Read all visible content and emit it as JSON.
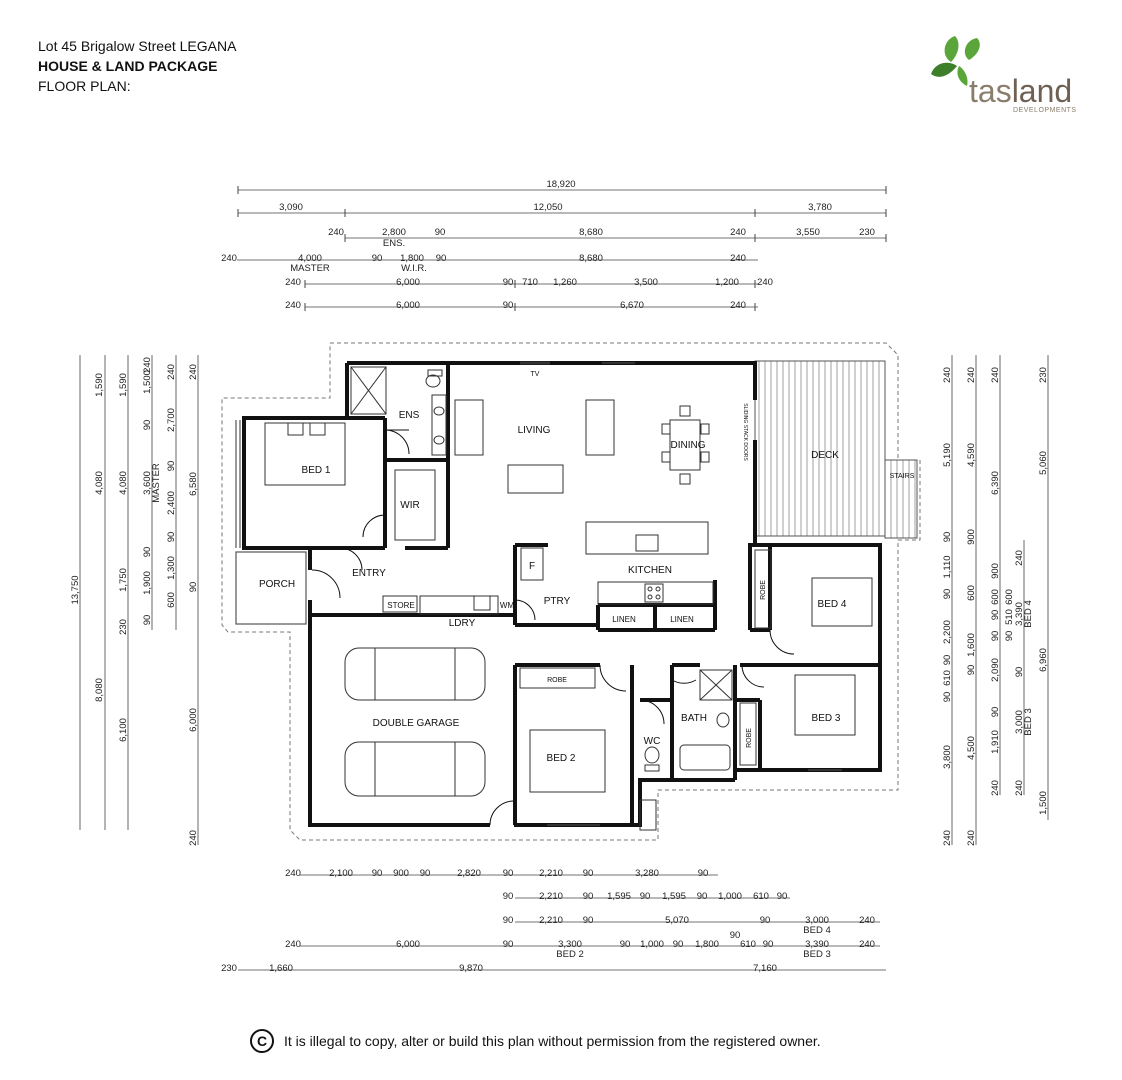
{
  "header": {
    "address": "Lot 45 Brigalow Street LEGANA",
    "package": "HOUSE & LAND PACKAGE",
    "plan_label": "FLOOR PLAN:"
  },
  "logo": {
    "brand": "tasland",
    "brand_part1": "tas",
    "brand_part2": "land",
    "sub": "DEVELOPMENTS",
    "icon": "leaf-logo",
    "colors": {
      "leaf": "#5aa63a",
      "dark_leaf": "#3e7f2a",
      "text_tas": "#8a7d6b",
      "text_land": "#6e6154"
    }
  },
  "rooms": {
    "ens": "ENS",
    "living": "LIVING",
    "dining": "DINING",
    "deck": "DECK",
    "stairs": "STAIRS",
    "bed1": "BED 1",
    "wir": "WIR",
    "porch": "PORCH",
    "entry": "ENTRY",
    "kitchen": "KITCHEN",
    "f": "F",
    "store": "STORE",
    "ldry": "LDRY",
    "wm": "WM",
    "ptry": "PTRY",
    "linen1": "LINEN",
    "linen2": "LINEN",
    "bed4": "BED 4",
    "robe4": "ROBE",
    "double_garage": "DOUBLE GARAGE",
    "robe2": "ROBE",
    "bed2": "BED 2",
    "wc": "WC",
    "bath": "BATH",
    "bed3": "BED 3",
    "robe3": "ROBE",
    "tv": "TV",
    "sliding_doors": "SLIDING STACK DOORS"
  },
  "dims_top": {
    "overall": "18,920",
    "r2": [
      "3,090",
      "12,050",
      "3,780"
    ],
    "r3": [
      "240",
      "2,800",
      "ENS.",
      "90",
      "8,680",
      "240",
      "3,550",
      "230"
    ],
    "r4": [
      "240",
      "4,000",
      "MASTER",
      "90",
      "1,800",
      "W.I.R.",
      "90",
      "8,680",
      "240"
    ],
    "r5": [
      "240",
      "6,000",
      "90",
      "710",
      "1,260",
      "3,500",
      "1,200",
      "240"
    ],
    "r6": [
      "240",
      "6,000",
      "90",
      "6,670",
      "240"
    ]
  },
  "dims_left": {
    "c1": [
      "13,750"
    ],
    "c2": [
      "1,590",
      "4,080",
      "8,080"
    ],
    "c3": [
      "1,590",
      "4,080",
      "1,750",
      "230",
      "6,100"
    ],
    "c4": [
      "1,500",
      "240",
      "90",
      "3,600",
      "MASTER",
      "90",
      "1,900",
      "90"
    ],
    "c5": [
      "240",
      "2,700",
      "90",
      "2,400",
      "90",
      "1,300",
      "600"
    ],
    "c6": [
      "240",
      "6,580",
      "90",
      "6,000",
      "240"
    ]
  },
  "dims_right": {
    "c1": [
      "240",
      "5,190",
      "90",
      "1,110",
      "90",
      "2,200",
      "90",
      "610",
      "90",
      "3,800",
      "240"
    ],
    "c2": [
      "240",
      "4,590",
      "900",
      "600",
      "1,600",
      "90",
      "4,500",
      "240"
    ],
    "c3": [
      "240",
      "6,390",
      "900",
      "90",
      "600",
      "90",
      "2,090",
      "90",
      "1,910",
      "240"
    ],
    "c4": [
      "510",
      "90",
      "600"
    ],
    "c5": [
      "240",
      "3,390",
      "BED 4",
      "90",
      "3,000",
      "BED 3",
      "240"
    ],
    "c6": [
      "230",
      "5,060",
      "6,960",
      "1,500"
    ]
  },
  "dims_bottom": {
    "r1": [
      "240",
      "2,100",
      "90",
      "900",
      "90",
      "2,820",
      "90",
      "2,210",
      "90",
      "3,280",
      "90"
    ],
    "r2": [
      "90",
      "2,210",
      "90",
      "1,595",
      "90",
      "1,595",
      "90",
      "1,000",
      "610",
      "90"
    ],
    "r3": [
      "90",
      "2,210",
      "90",
      "5,070",
      "90",
      "3,000",
      "BED 4",
      "240"
    ],
    "r4": [
      "240",
      "6,000",
      "90",
      "3,300",
      "BED 2",
      "90",
      "1,000",
      "90",
      "1,800",
      "90",
      "610",
      "90",
      "3,390",
      "BED 3",
      "240"
    ],
    "r5": [
      "230",
      "1,660",
      "9,870",
      "7,160"
    ]
  },
  "footer": {
    "icon": "copyright-icon",
    "symbol": "C",
    "text": "It is illegal to copy, alter or build this plan without permission from the registered owner."
  }
}
